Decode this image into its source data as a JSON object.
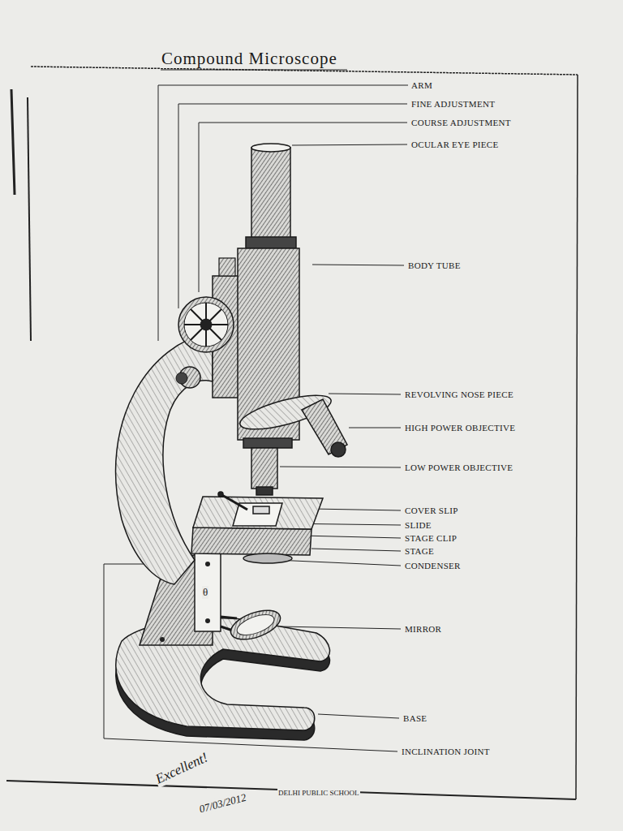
{
  "diagram": {
    "title": "Compound Microscope",
    "labels": [
      "ARM",
      "FINE ADJUSTMENT",
      "COURSE ADJUSTMENT",
      "OCULAR EYE PIECE",
      "BODY TUBE",
      "REVOLVING NOSE PIECE",
      "HIGH POWER OBJECTIVE",
      "LOW POWER OBJECTIVE",
      "COVER SLIP",
      "SLIDE",
      "STAGE CLIP",
      "STAGE",
      "CONDENSER",
      "MIRROR",
      "BASE",
      "INCLINATION JOINT",
      "θ",
      "Excellent!",
      "07/03/2012",
      "DELHI PUBLIC SCHOOL"
    ]
  }
}
